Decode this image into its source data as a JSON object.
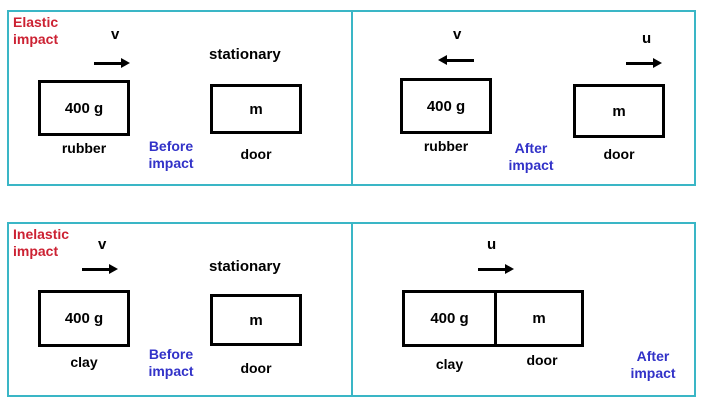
{
  "colors": {
    "panel_border": "#3ab6c6",
    "heading": "#cc2233",
    "phase": "#3232c8",
    "box_border": "#000000"
  },
  "elastic": {
    "title_line1": "Elastic",
    "title_line2": "impact",
    "before": {
      "v_label": "v",
      "stationary": "stationary",
      "mass1": "400 g",
      "mass1_name": "rubber",
      "mass2": "m",
      "mass2_name": "door",
      "phase_line1": "Before",
      "phase_line2": "impact"
    },
    "after": {
      "v_label": "v",
      "u_label": "u",
      "mass1": "400 g",
      "mass1_name": "rubber",
      "mass2": "m",
      "mass2_name": "door",
      "phase_line1": "After",
      "phase_line2": "impact"
    }
  },
  "inelastic": {
    "title_line1": "Inelastic",
    "title_line2": "impact",
    "before": {
      "v_label": "v",
      "stationary": "stationary",
      "mass1": "400 g",
      "mass1_name": "clay",
      "mass2": "m",
      "mass2_name": "door",
      "phase_line1": "Before",
      "phase_line2": "impact"
    },
    "after": {
      "u_label": "u",
      "mass1": "400 g",
      "mass1_name": "clay",
      "mass2": "m",
      "mass2_name": "door",
      "phase_line1": "After",
      "phase_line2": "impact"
    }
  }
}
